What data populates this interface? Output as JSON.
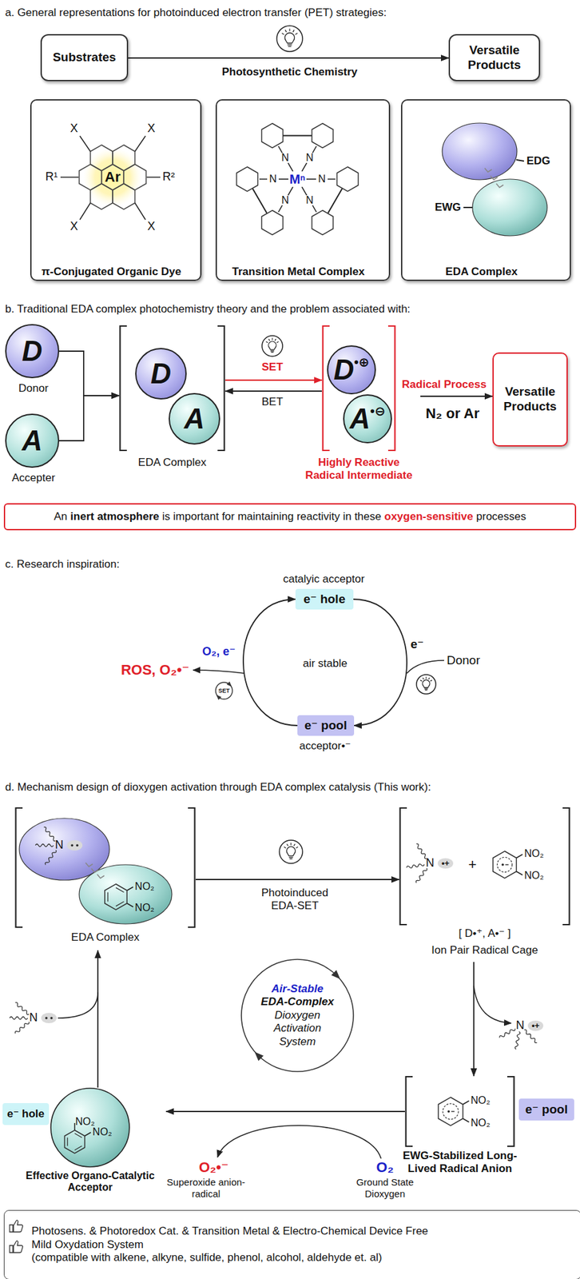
{
  "diagram": {
    "nodes": [
      {
        "text": [
          "Substrates"
        ]
      },
      {
        "text": [
          "Versatile Products"
        ]
      },
      {
        "text": [
          "π-Conjugated Organic Dye"
        ]
      },
      {
        "text": [
          "Transition Metal Complex"
        ]
      },
      {
        "text": [
          "EDA Complex"
        ]
      },
      {
        "text": [
          "D",
          "Donor"
        ]
      },
      {
        "text": [
          "A",
          "Accepter"
        ]
      },
      {
        "text": [
          "EDA Complex"
        ]
      },
      {
        "text": [
          "D"
        ],
        "in": 7
      },
      {
        "text": [
          "A"
        ],
        "in": 7
      },
      {
        "text": [
          "Highly Reactive Radical Intermediate"
        ]
      },
      {
        "text": [
          "D",
          "•⊕"
        ],
        "in": 10
      },
      {
        "text": [
          "A",
          "•⊖"
        ],
        "in": 10
      },
      {
        "text": [
          "Versatile Products"
        ]
      },
      {
        "text": [
          "An",
          "inert atmosphere",
          "is important for maintaining reactivity in these",
          "oxygen-sensitive",
          "processes"
        ]
      },
      {
        "text": [
          "e⁻ hole"
        ]
      },
      {
        "text": [
          "e⁻ pool"
        ]
      },
      {
        "text": [
          "EDA Complex"
        ]
      },
      {
        "text": [
          "[ D•⁺, A•⁻ ]",
          "Ion Pair Radical Cage"
        ]
      },
      {
        "text": [
          "EWG-Stabilized Long-Lived Radical Anion"
        ]
      },
      {
        "text": [
          "e⁻ pool"
        ]
      },
      {
        "text": [
          "Effective Organo-Catalytic Acceptor"
        ]
      },
      {
        "text": [
          "e⁻ hole"
        ]
      },
      {
        "text": [
          "Air-Stable",
          "EDA-Complex",
          "Dioxygen Activation System"
        ]
      },
      {
        "text": [
          "Photosens. & Photoredox Cat. & Transition Metal & Electro-Chemical Device Free",
          "Mild Oxydation System",
          "(compatible with alkene, alkyne, sulfide, phenol, alcohol, aldehyde et. al)"
        ]
      }
    ],
    "edges": [
      {
        "from": 0,
        "to": 1,
        "arrow": "to",
        "label": "Photosynthetic Chemistry"
      },
      {
        "from": 5,
        "to": 7,
        "arrow": "to"
      },
      {
        "from": 6,
        "to": 7,
        "arrow": "to"
      },
      {
        "from": 7,
        "to": 10,
        "arrow": "to",
        "label": "SET"
      },
      {
        "from": 10,
        "to": 7,
        "arrow": "to",
        "label": "BET"
      },
      {
        "from": 10,
        "to": 13,
        "arrow": "to",
        "label": "Radical Process"
      },
      {
        "from": 15,
        "to": 16,
        "arrow": "to"
      },
      {
        "from": 16,
        "to": 15,
        "arrow": "to"
      },
      {
        "from": 17,
        "to": 18,
        "arrow": "to",
        "label": "Photoinduced EDA-SET"
      },
      {
        "from": 18,
        "to": 19,
        "arrow": "to"
      },
      {
        "from": 19,
        "to": 21,
        "arrow": "to"
      },
      {
        "from": 21,
        "to": 17,
        "arrow": "to"
      }
    ],
    "labels": [
      "a. General representations for photoinduced electron transfer (PET) strategies:",
      "X",
      "X",
      "R¹",
      "Ar",
      "R²",
      "X",
      "X",
      "Mⁿ",
      "N",
      "N",
      "N",
      "N",
      "N",
      "N",
      "EDG",
      "EWG",
      "b. Traditional EDA complex photochemistry theory and the problem associated with:",
      "N₂ or Ar",
      "c. Research inspiration:",
      "catalyic acceptor",
      "air stable",
      "e⁻",
      "Donor",
      "ROS, O₂•⁻",
      "O₂, e⁻",
      "SET",
      "acceptor•⁻",
      "d. Mechanism design of dioxygen activation through EDA complex catalysis (This work):",
      "N",
      "NO₂",
      "NO₂",
      "N",
      "•+",
      "+",
      "NO₂",
      "NO₂",
      "N",
      "•+",
      "NO₂",
      "NO₂",
      "N",
      "NO₂",
      "NO₂",
      "O₂•⁻",
      "Superoxide anion-radical",
      "O₂",
      "Ground State Dioxygen"
    ]
  }
}
